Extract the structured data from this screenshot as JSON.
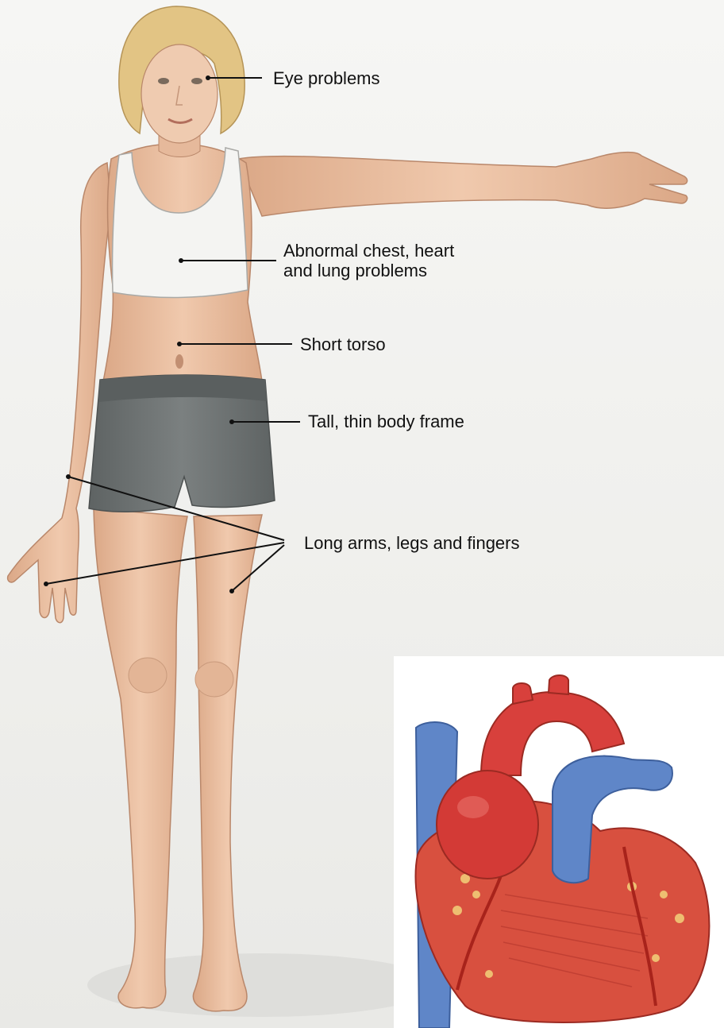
{
  "labels": {
    "eye": "Eye problems",
    "chest": "Abnormal chest, heart\nand lung problems",
    "torso": "Short torso",
    "frame": "Tall, thin body frame",
    "limbs": "Long arms, legs and fingers"
  },
  "colors": {
    "skin": "#edc3a6",
    "skin_shade": "#d9a385",
    "hair": "#e2c484",
    "top": "#f4f4f2",
    "shorts": "#6e7373",
    "heart_red": "#d8403c",
    "vessel_blue": "#5f86c8"
  }
}
